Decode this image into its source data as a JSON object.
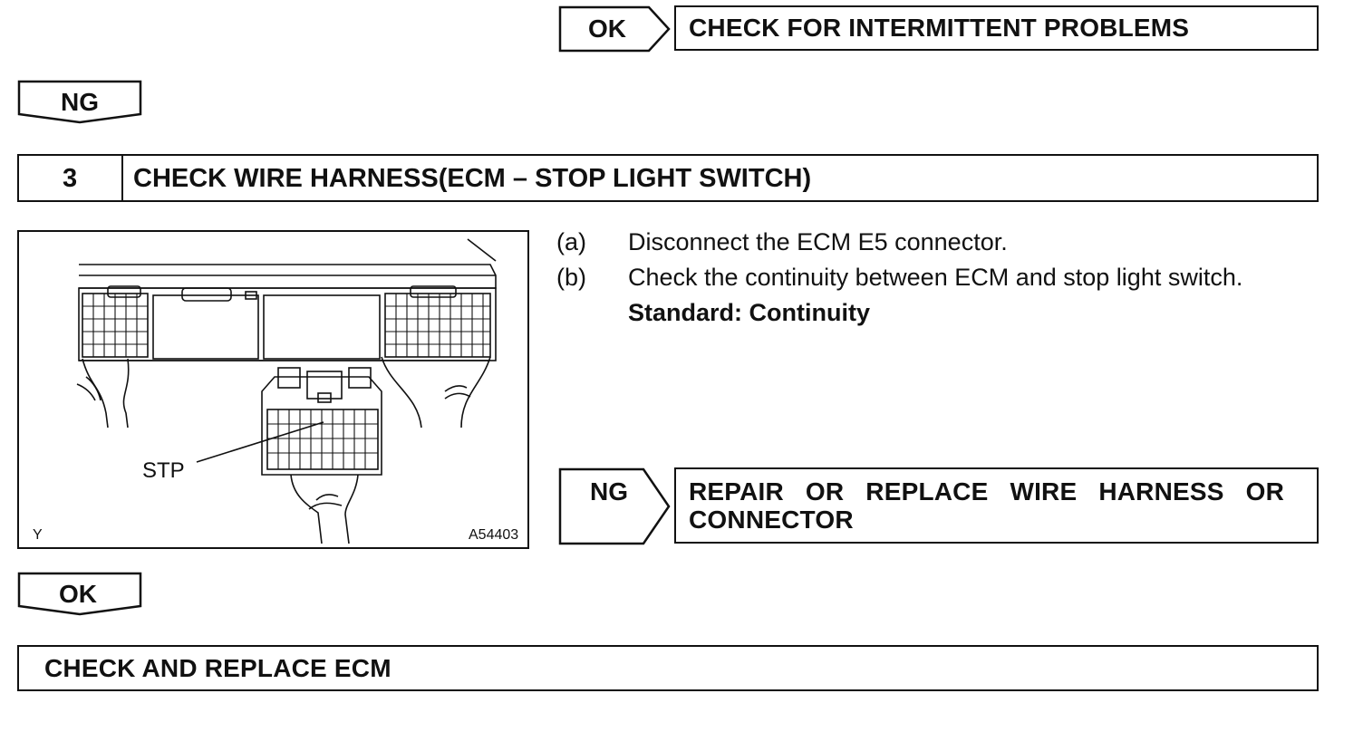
{
  "top_ok": {
    "badge": "OK",
    "result": "CHECK FOR INTERMITTENT PROBLEMS"
  },
  "ng_1": {
    "badge": "NG"
  },
  "step3": {
    "number": "3",
    "title": "CHECK WIRE HARNESS(ECM – STOP LIGHT SWITCH)"
  },
  "figure": {
    "pin_label": "STP",
    "corner_label": "Y",
    "figure_id": "A54403"
  },
  "instructions": [
    {
      "letter": "(a)",
      "text": "Disconnect the ECM E5 connector."
    },
    {
      "letter": "(b)",
      "text": "Check the continuity between ECM and stop light switch."
    }
  ],
  "standard": "Standard: Continuity",
  "ng_2": {
    "badge": "NG",
    "result_line1": "REPAIR OR REPLACE WIRE HARNESS OR",
    "result_line2": "CONNECTOR"
  },
  "ok_2": {
    "badge": "OK"
  },
  "final": {
    "result": "CHECK AND REPLACE ECM"
  }
}
